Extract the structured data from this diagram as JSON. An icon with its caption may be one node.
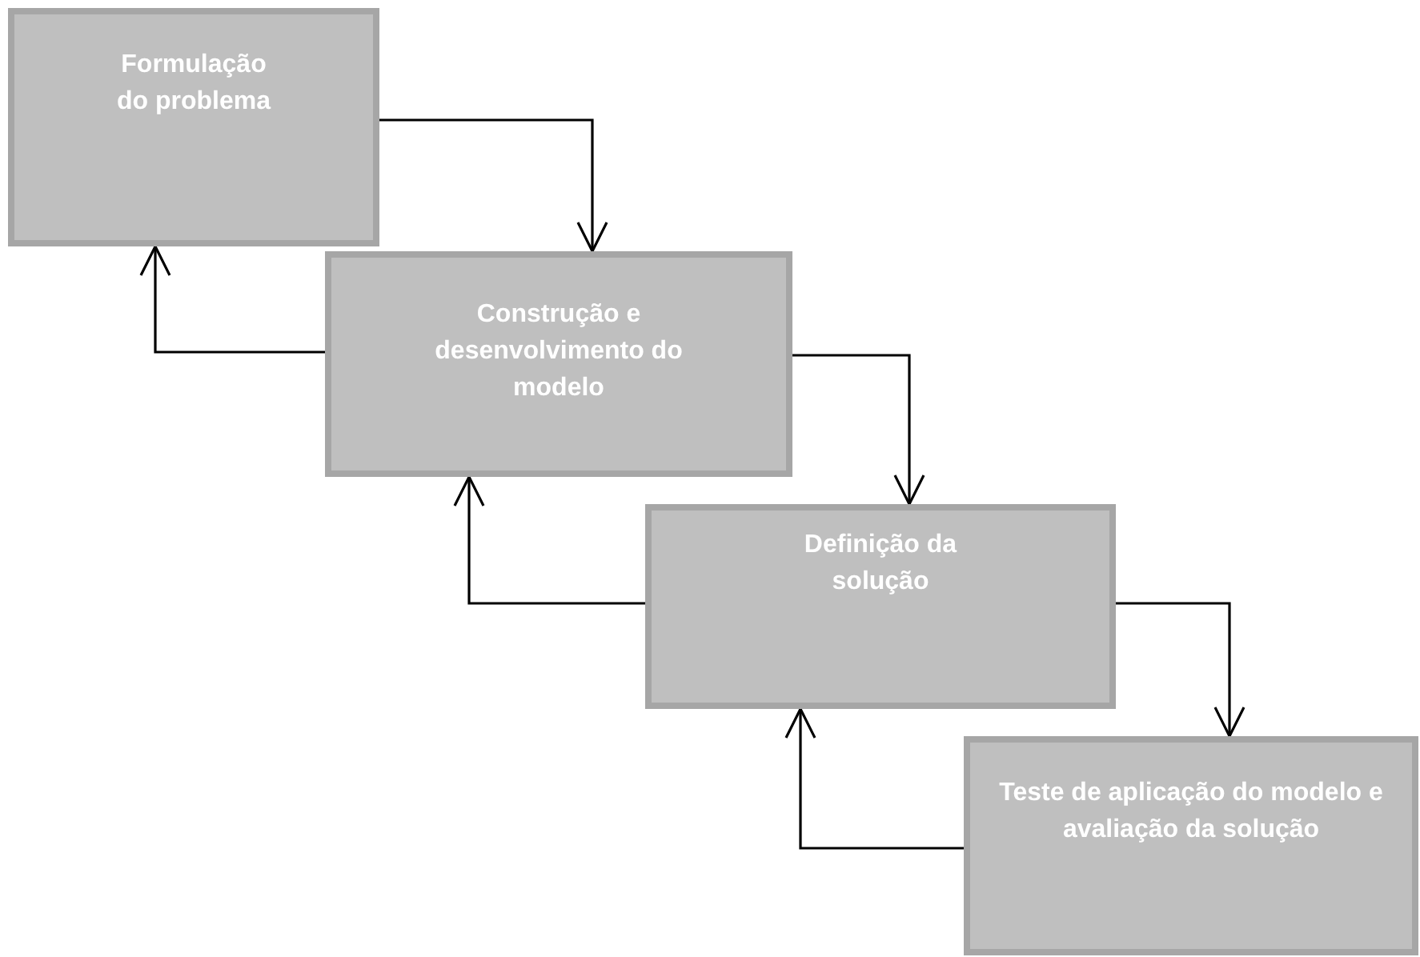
{
  "diagram": {
    "nodes": [
      {
        "text": [
          "Formulação do problema"
        ]
      },
      {
        "text": [
          "Construção e desenvolvimento do modelo"
        ]
      },
      {
        "text": [
          "Definição da solução"
        ]
      },
      {
        "text": [
          "Teste de aplicação do modelo e avaliação da solução"
        ]
      }
    ],
    "edges": [
      {
        "from": 0,
        "to": 1,
        "arrow": "to"
      },
      {
        "from": 1,
        "to": 0,
        "arrow": "to"
      },
      {
        "from": 1,
        "to": 2,
        "arrow": "to"
      },
      {
        "from": 2,
        "to": 1,
        "arrow": "to"
      },
      {
        "from": 2,
        "to": 3,
        "arrow": "to"
      },
      {
        "from": 3,
        "to": 2,
        "arrow": "to"
      }
    ]
  }
}
